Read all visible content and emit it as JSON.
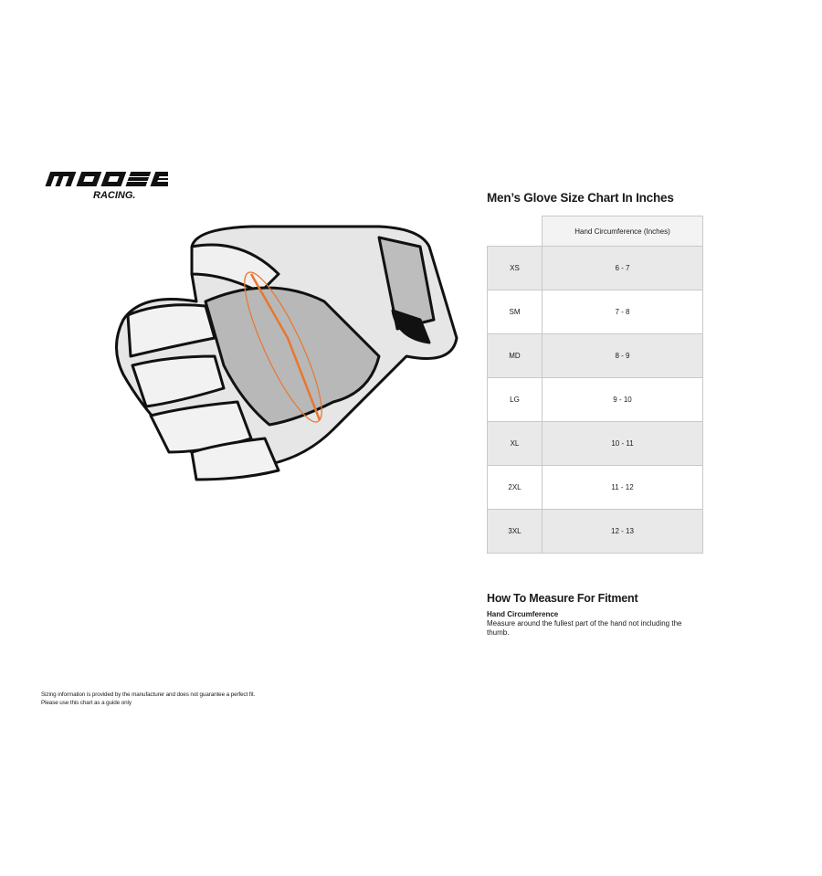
{
  "brand": {
    "logo_text": "MOOSE RACING."
  },
  "chart": {
    "title": "Men’s Glove Size Chart In Inches",
    "column_header": "Hand Circumference (Inches)",
    "rows": [
      {
        "size": "XS",
        "range": "6 - 7"
      },
      {
        "size": "SM",
        "range": "7 - 8"
      },
      {
        "size": "MD",
        "range": "8 - 9"
      },
      {
        "size": "LG",
        "range": "9 - 10"
      },
      {
        "size": "XL",
        "range": "10 - 11"
      },
      {
        "size": "2XL",
        "range": "11 - 12"
      },
      {
        "size": "3XL",
        "range": "12 - 13"
      }
    ]
  },
  "measure": {
    "title": "How To Measure For Fitment",
    "subtitle": "Hand Circumference",
    "description": "Measure around the fullest part of the hand not including the thumb."
  },
  "disclaimer": {
    "line1": "Sizing information is provided by the manufacturer and does not guarantee a perfect fit.",
    "line2": "Please use this chart as a guide only"
  },
  "colors": {
    "accent": "#e8772e",
    "row_shade": "#e9e9e9"
  }
}
